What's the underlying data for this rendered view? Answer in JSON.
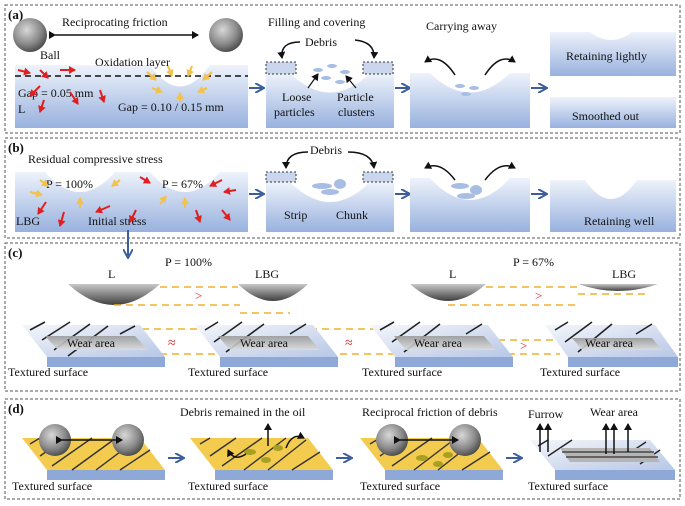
{
  "panels": {
    "a": {
      "label": "(a)",
      "title": "Reciprocating friction",
      "ball": "Ball",
      "oxidation": "Oxidation layer",
      "gap1": "Gap = 0.05 mm",
      "gap2": "Gap = 0.10 / 0.15 mm",
      "sample": "L",
      "filling": "Filling and covering",
      "debris": "Debris",
      "loose": "Loose",
      "loose2": "particles",
      "clusters": "Particle",
      "clusters2": "clusters",
      "carrying": "Carrying away",
      "retaining_lightly": "Retaining lightly",
      "smoothed": "Smoothed out"
    },
    "b": {
      "label": "(b)",
      "title": "Residual compressive stress",
      "p100": "P = 100%",
      "p67": "P = 67%",
      "sample": "LBG",
      "initial": "Initial stress",
      "debris": "Debris",
      "strip": "Strip",
      "chunk": "Chunk",
      "retaining_well": "Retaining well"
    },
    "c": {
      "label": "(c)",
      "p100": "P = 100%",
      "p67": "P = 67%",
      "L": "L",
      "LBG": "LBG",
      "gt": ">",
      "approx": "≈",
      "wear": "Wear area",
      "textured": "Textured surface"
    },
    "d": {
      "label": "(d)",
      "debris_oil": "Debris remained in the oil",
      "recip": "Reciprocal friction of debris",
      "furrow": "Furrow",
      "wear": "Wear area",
      "textured": "Textured surface"
    }
  },
  "colors": {
    "substrate_top": "#e4ecf8",
    "substrate_bottom": "#9bb3df",
    "arrow_blue": "#3c5e9c",
    "red_arrow": "#e02020",
    "yellow_arrow": "#f2c24a",
    "dashed_orange": "#f0b030",
    "gold_surface": "#f3cb4f"
  }
}
